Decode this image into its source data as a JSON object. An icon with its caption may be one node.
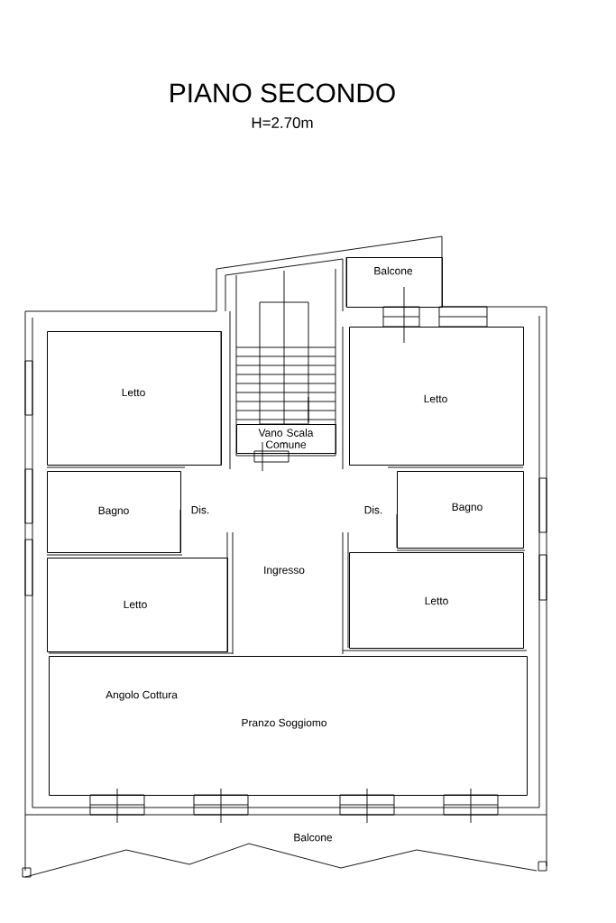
{
  "diagram": {
    "title": "PIANO SECONDO",
    "nodes": [
      {
        "text": [
          "Balcone"
        ]
      },
      {
        "text": [
          "Letto"
        ]
      },
      {
        "text": [
          "Vano Scala Comune"
        ]
      },
      {
        "text": [
          "Letto"
        ]
      },
      {
        "text": [
          "Bagno"
        ]
      },
      {
        "text": [
          "Bagno"
        ]
      },
      {
        "text": [
          "Letto"
        ]
      },
      {
        "text": [
          "Letto"
        ]
      },
      {
        "text": [
          "Angolo Cottura",
          "Pranzo Soggiomo"
        ]
      },
      {
        "text": [
          "Balcone"
        ]
      }
    ],
    "labels": [
      "H=2.70m",
      "Dis.",
      "Dis.",
      "Ingresso"
    ]
  }
}
